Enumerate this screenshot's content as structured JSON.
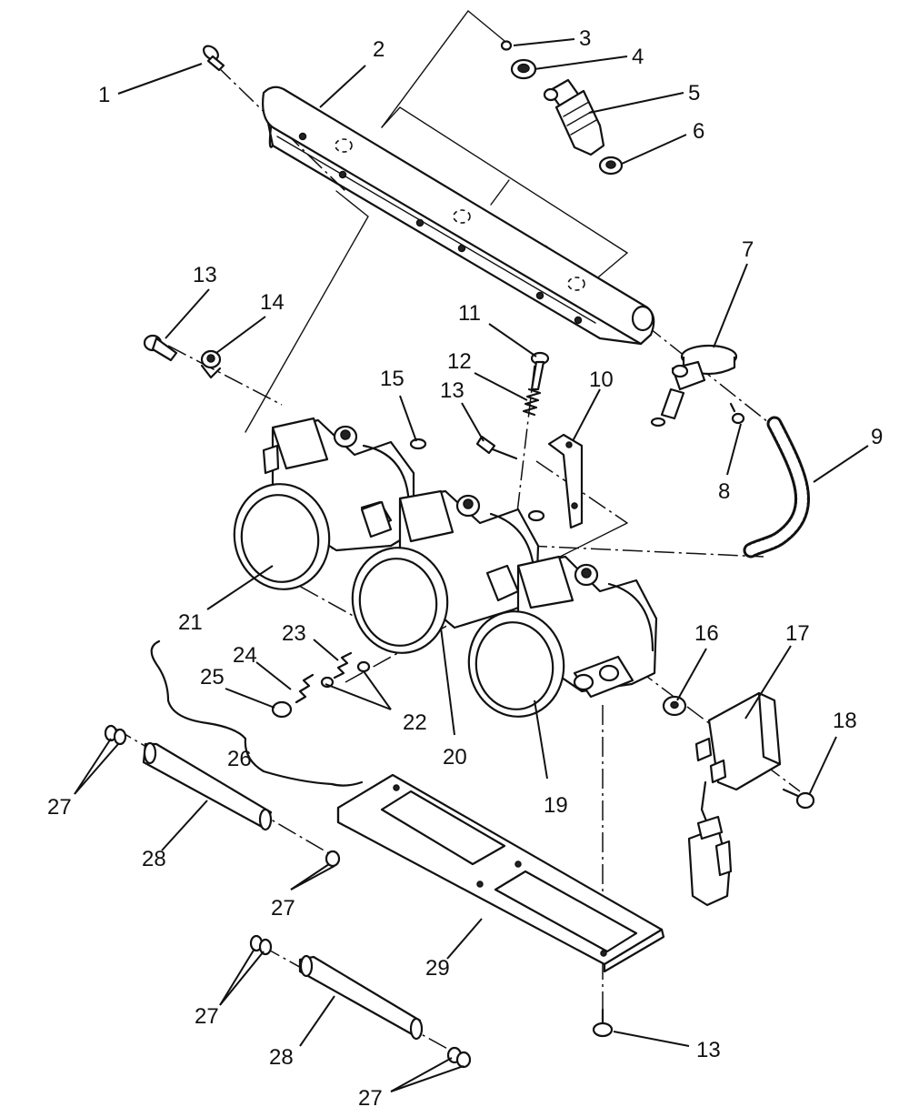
{
  "callouts": {
    "c1": "1",
    "c2": "2",
    "c3": "3",
    "c4": "4",
    "c5": "5",
    "c6": "6",
    "c7": "7",
    "c8": "8",
    "c9": "9",
    "c10": "10",
    "c11": "11",
    "c12": "12",
    "c13a": "13",
    "c13b": "13",
    "c13c": "13",
    "c14": "14",
    "c15": "15",
    "c16": "16",
    "c17": "17",
    "c18": "18",
    "c19": "19",
    "c20": "20",
    "c21": "21",
    "c22": "22",
    "c23": "23",
    "c24": "24",
    "c25": "25",
    "c26": "26",
    "c27a": "27",
    "c27b": "27",
    "c27c": "27",
    "c27d": "27",
    "c28a": "28",
    "c28b": "28",
    "c29": "29"
  }
}
